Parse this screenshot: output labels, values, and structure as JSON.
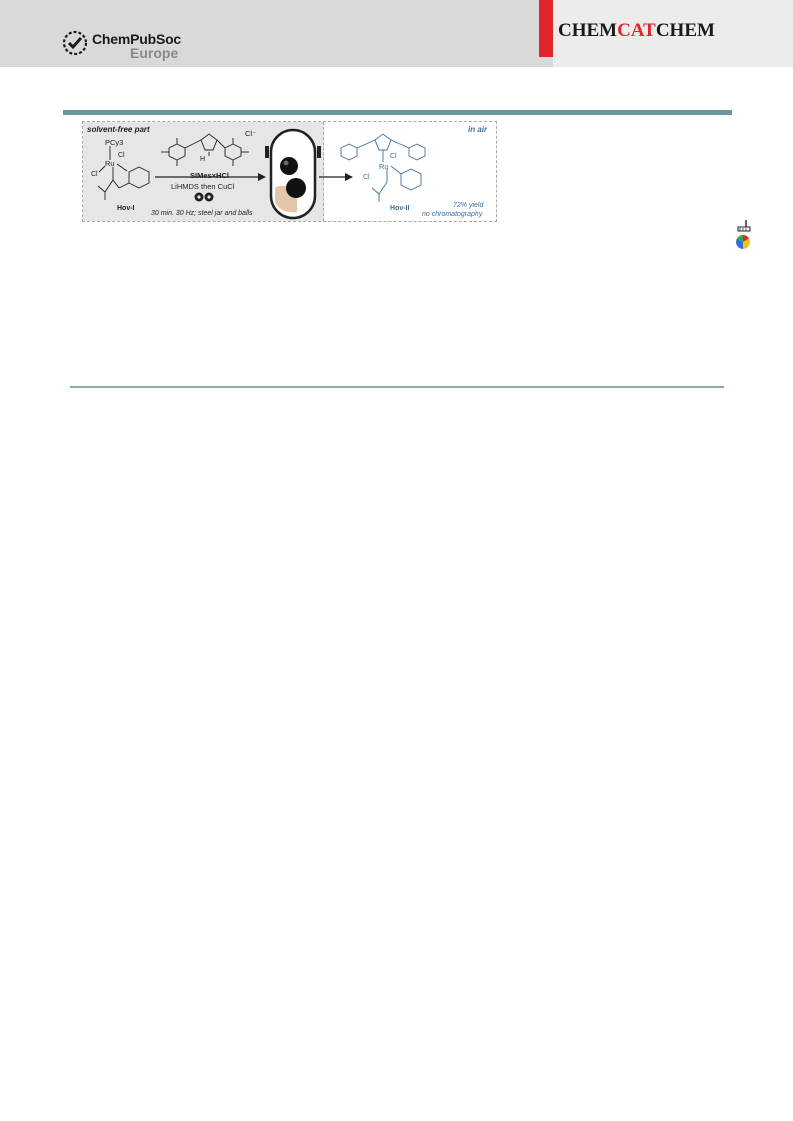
{
  "header": {
    "publisher_line1": "ChemPubSoc",
    "publisher_line2": "Europe",
    "journal_part1": "CHEM",
    "journal_part2": "CAT",
    "journal_part3": "CHEM",
    "colors": {
      "accent_red": "#e2252b",
      "header_gray": "#d9d9d9",
      "rule_teal": "#6f959c",
      "product_blue": "#3f6f9a"
    }
  },
  "scheme": {
    "left_label": "solvent-free part",
    "right_label": "in air",
    "reagent_bold": "SIMes×HCl",
    "reagent_line2": "LiHMDS then CuCl",
    "conditions": "30 min. 30 Hz; steel jar and balls",
    "start_name": "Hov-I",
    "product_name": "Hov-II",
    "yield": "72% yield",
    "purification": "no chromatography",
    "atom_pcy": "PCy3",
    "atom_ru": "Ru",
    "atom_cl": "Cl",
    "atom_h": "H",
    "counterion": "Cl⁻"
  },
  "side_icons": [
    "broom-icon",
    "color-wheel-icon"
  ]
}
